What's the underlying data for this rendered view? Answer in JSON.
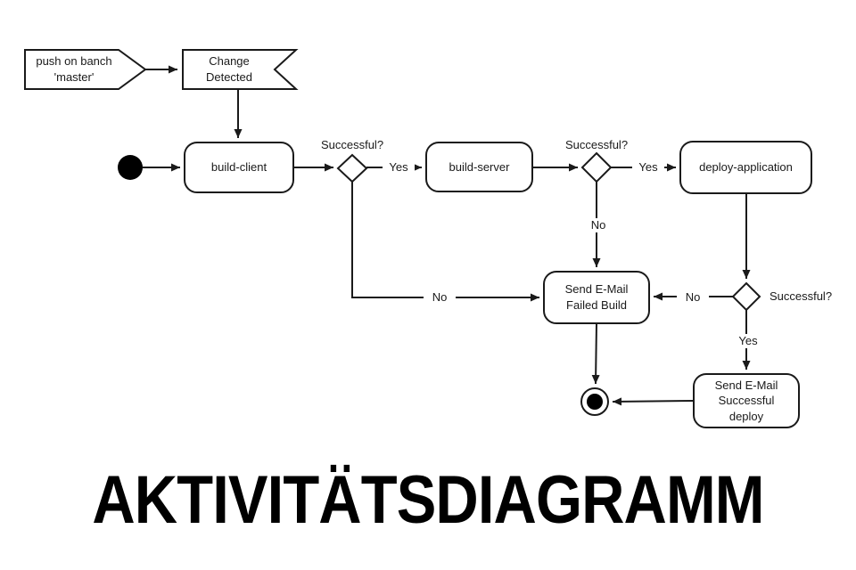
{
  "title": "AKTIVITÄTSDIAGRAMM",
  "colors": {
    "stroke": "#1a1a1a",
    "node_fill": "#ffffff",
    "text": "#1a1a1a",
    "title_text": "#000000"
  },
  "nodes": {
    "push_signal": {
      "type": "send-signal",
      "label": "push on banch\n'master'"
    },
    "change_detected": {
      "type": "receive-signal",
      "label": "Change\nDetected"
    },
    "initial": {
      "type": "initial-node"
    },
    "build_client": {
      "type": "action",
      "label": "build-client"
    },
    "decision_build_client": {
      "type": "decision",
      "label": "Successful?"
    },
    "build_server": {
      "type": "action",
      "label": "build-server"
    },
    "decision_build_server": {
      "type": "decision",
      "label": "Successful?"
    },
    "deploy_application": {
      "type": "action",
      "label": "deploy-application"
    },
    "send_email_failed": {
      "type": "action",
      "label": "Send E-Mail\nFailed Build"
    },
    "decision_deploy": {
      "type": "decision",
      "label": "Successful?"
    },
    "send_email_success": {
      "type": "action",
      "label": "Send E-Mail\nSuccessful\ndeploy"
    },
    "final": {
      "type": "final-node"
    }
  },
  "edge_labels": {
    "yes_build_client": "Yes",
    "no_build_client": "No",
    "yes_build_server": "Yes",
    "no_build_server": "No",
    "yes_deploy": "Yes",
    "no_deploy": "No"
  }
}
